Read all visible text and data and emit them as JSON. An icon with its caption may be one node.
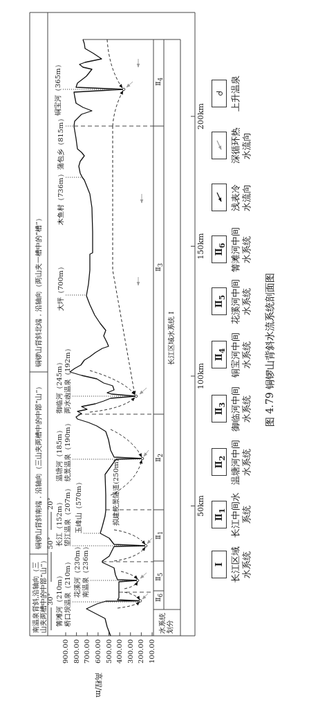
{
  "diagram": {
    "caption": "图 4.79  铜锣山背斜水流系统剖面图",
    "nodes": [
      {
        "text": [
          "箐滩河（210m）",
          "桥口坝温泉（210m）"
        ]
      },
      {
        "text": [
          "花溪河（230m）",
          "南温泉（236m）"
        ]
      },
      {
        "text": [
          "长江（152m）",
          "望江温泉（207m）"
        ]
      },
      {
        "text": [
          "玉峰山（570m）"
        ]
      },
      {
        "text": [
          "温塘河（185m）",
          "统景温泉（190m）"
        ]
      },
      {
        "text": [
          "御临河（245m）",
          "两水凼温泉（192m）"
        ]
      },
      {
        "text": [
          "大坪（700m）"
        ]
      },
      {
        "text": [
          "木鱼村（736m）"
        ]
      },
      {
        "text": [
          "蒲包乡（815m）"
        ]
      },
      {
        "text": [
          "铜宝河（365m）"
        ]
      },
      {
        "text": [
          "Ⅰ"
        ],
        "beside": [
          "长江区域水系统"
        ]
      },
      {
        "text": [
          "Ⅱ$_{1}$"
        ],
        "beside": [
          "长江中间水系统"
        ]
      },
      {
        "text": [
          "Ⅱ$_{2}$"
        ],
        "beside": [
          "温塘河中间水系统"
        ]
      },
      {
        "text": [
          "Ⅱ$_{3}$"
        ],
        "beside": [
          "御临河中间水系统"
        ]
      },
      {
        "text": [
          "Ⅱ$_{4}$"
        ],
        "beside": [
          "铜宝河中间水系统"
        ]
      },
      {
        "text": [
          "Ⅱ$_{5}$"
        ],
        "beside": [
          "花溪河中间水系统"
        ]
      },
      {
        "text": [
          "Ⅱ$_{6}$"
        ],
        "beside": [
          "箐滩河中间水系统"
        ]
      }
    ],
    "edges": [
      {
        "from": 0,
        "to": null,
        "arrow": "none"
      },
      {
        "from": 1,
        "to": null,
        "arrow": "none"
      },
      {
        "from": 2,
        "to": null,
        "arrow": "none"
      },
      {
        "from": 3,
        "to": null,
        "arrow": "none"
      },
      {
        "from": 4,
        "to": null,
        "arrow": "none"
      },
      {
        "from": 5,
        "to": null,
        "arrow": "none"
      },
      {
        "from": 6,
        "to": null,
        "arrow": "none"
      },
      {
        "from": 7,
        "to": null,
        "arrow": "none"
      },
      {
        "from": 8,
        "to": null,
        "arrow": "none"
      },
      {
        "from": 9,
        "to": null,
        "arrow": "none"
      }
    ],
    "labels": [
      "南温泉背斜,沿轴向（三山夹两槽中的中部“山”）",
      "铜锣山背斜南端，沿轴向（三山夹两槽中的中部“山”）",
      "铜锣山背斜北端，沿轴向（两山夹一槽中的“槽”）",
      "30°",
      "50°",
      "20°",
      "拟建统景隧道(250m)",
      "水系统划分",
      "Ⅱ$_{6}$",
      "Ⅱ$_{5}$",
      "Ⅱ$_{1}$",
      "Ⅱ$_{2}$",
      "Ⅱ$_{3}$",
      "Ⅱ$_{4}$",
      "长江区域水系统 Ⅰ",
      "900.00",
      "800.00",
      "700.00",
      "600.00",
      "500.00",
      "400.00",
      "300.00",
      "200.00",
      "100.00",
      "高程/m",
      "50km",
      "100km",
      "150km",
      "200km"
    ],
    "legend": [
      {
        "text": "浅表冷水流向"
      },
      {
        "text": "深循环热水流向"
      },
      {
        "text": "上升温泉"
      }
    ]
  }
}
